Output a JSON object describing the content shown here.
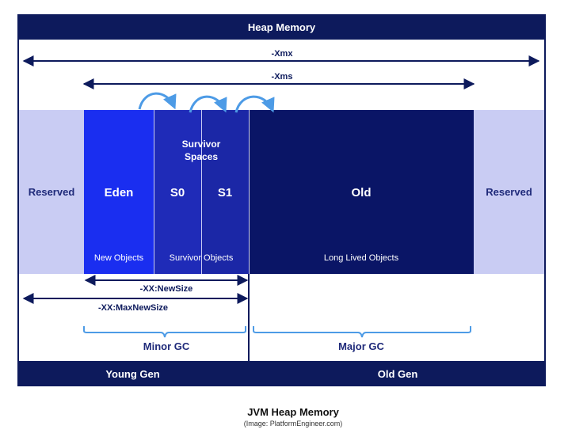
{
  "diagram": {
    "heap_title": "Heap Memory",
    "xmx_label": "-Xmx",
    "xms_label": "-Xms",
    "reserved_left": "Reserved",
    "reserved_right": "Reserved",
    "eden": "Eden",
    "s0": "S0",
    "s1": "S1",
    "old": "Old",
    "survivor_spaces": "Survivor Spaces",
    "new_objects": "New Objects",
    "survivor_objects": "Survivor Objects",
    "long_lived": "Long Lived Objects",
    "newsize_label": "-XX:NewSize",
    "maxnewsize_label": "-XX:MaxNewSize",
    "minor_gc": "Minor GC",
    "major_gc": "Major GC",
    "young_gen": "Young Gen",
    "old_gen": "Old Gen"
  },
  "caption": {
    "title": "JVM Heap Memory",
    "source": "(Image: PlatformEngineer.com)"
  },
  "colors": {
    "navy": "#0d1a5c",
    "eden": "#1a2ef0",
    "survivor": "#1f2bb8",
    "old": "#0a1566",
    "reserved": "#c9ccf3",
    "arrow_light": "#4d9be6"
  }
}
